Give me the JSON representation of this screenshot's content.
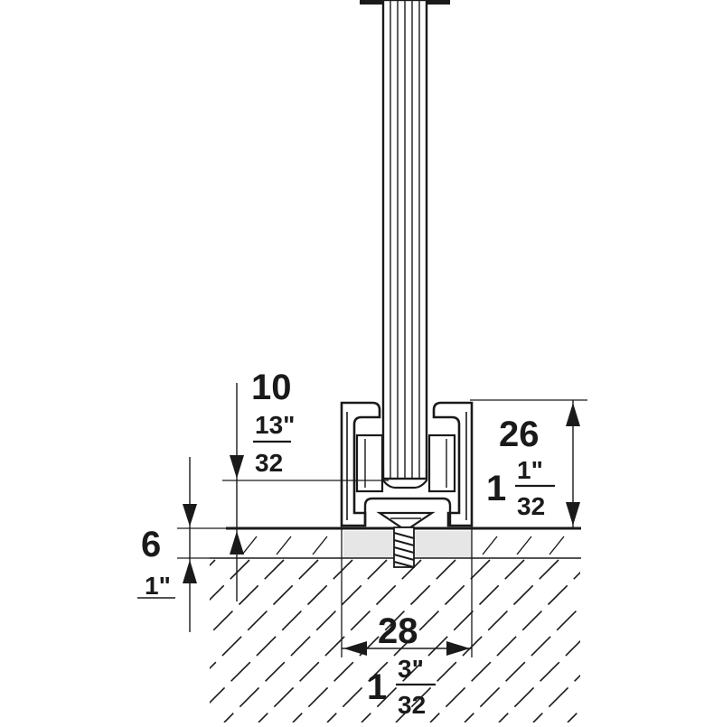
{
  "dimensions": {
    "overall_height": {
      "mm": "10",
      "inch_numerator": "13\"",
      "inch_denominator": "32"
    },
    "track_height": {
      "mm": "26",
      "inch_whole": "1",
      "inch_numerator": "1\"",
      "inch_denominator": "32"
    },
    "floor_recess": {
      "mm": "6",
      "inch": "1\""
    },
    "track_width": {
      "mm": "28",
      "inch_whole": "1",
      "inch_numerator": "3\"",
      "inch_denominator": "32"
    }
  },
  "colors": {
    "line": "#1a1a1a",
    "fill_grey": "#e6e6e6",
    "white": "#ffffff"
  }
}
